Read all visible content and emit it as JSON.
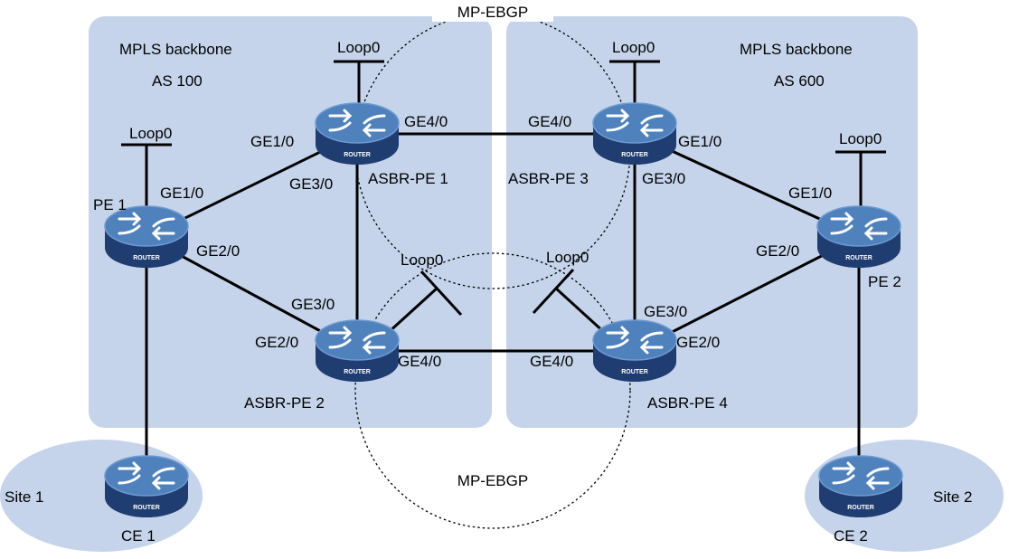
{
  "colors": {
    "region_fill": "#c5d4ea",
    "link": "#000000",
    "router_top": "#4f81bd",
    "router_side": "#1f3d70",
    "router_label_bg": "#16305a"
  },
  "regions": [
    {
      "id": "as100",
      "title": "MPLS backbone",
      "asn": "AS 100"
    },
    {
      "id": "as600",
      "title": "MPLS backbone",
      "asn": "AS 600"
    }
  ],
  "sites": [
    {
      "id": "site1",
      "label": "Site 1"
    },
    {
      "id": "site2",
      "label": "Site 2"
    }
  ],
  "sessions": [
    {
      "id": "ebgp-top",
      "label": "MP-EBGP"
    },
    {
      "id": "ebgp-bottom",
      "label": "MP-EBGP"
    }
  ],
  "router_icon_text": "ROUTER",
  "routers": [
    {
      "id": "pe1",
      "name": "PE 1",
      "icon": "router-icon"
    },
    {
      "id": "asbr1",
      "name": "ASBR-PE 1",
      "icon": "router-icon"
    },
    {
      "id": "asbr2",
      "name": "ASBR-PE 2",
      "icon": "router-icon"
    },
    {
      "id": "asbr3",
      "name": "ASBR-PE 3",
      "icon": "router-icon"
    },
    {
      "id": "asbr4",
      "name": "ASBR-PE 4",
      "icon": "router-icon"
    },
    {
      "id": "pe2",
      "name": "PE 2",
      "icon": "router-icon"
    },
    {
      "id": "ce1",
      "name": "CE 1",
      "icon": "router-icon"
    },
    {
      "id": "ce2",
      "name": "CE 2",
      "icon": "router-icon"
    }
  ],
  "loopbacks": [
    {
      "router": "pe1",
      "label": "Loop0"
    },
    {
      "router": "asbr1",
      "label": "Loop0"
    },
    {
      "router": "asbr3",
      "label": "Loop0"
    },
    {
      "router": "pe2",
      "label": "Loop0"
    },
    {
      "router": "asbr2",
      "label": "Loop0"
    },
    {
      "router": "asbr4",
      "label": "Loop0"
    }
  ],
  "interfaces": [
    {
      "id": "pe1-ge10",
      "label": "GE1/0"
    },
    {
      "id": "pe1-ge20",
      "label": "GE2/0"
    },
    {
      "id": "asbr1-ge10",
      "label": "GE1/0"
    },
    {
      "id": "asbr1-ge30",
      "label": "GE3/0"
    },
    {
      "id": "asbr1-ge40",
      "label": "GE4/0"
    },
    {
      "id": "asbr2-ge30",
      "label": "GE3/0"
    },
    {
      "id": "asbr2-ge20",
      "label": "GE2/0"
    },
    {
      "id": "asbr2-ge40",
      "label": "GE4/0"
    },
    {
      "id": "asbr3-ge40",
      "label": "GE4/0"
    },
    {
      "id": "asbr3-ge10",
      "label": "GE1/0"
    },
    {
      "id": "asbr3-ge30",
      "label": "GE3/0"
    },
    {
      "id": "pe2-ge10",
      "label": "GE1/0"
    },
    {
      "id": "pe2-ge20",
      "label": "GE2/0"
    },
    {
      "id": "asbr4-ge30",
      "label": "GE3/0"
    },
    {
      "id": "asbr4-ge20",
      "label": "GE2/0"
    },
    {
      "id": "asbr4-ge40",
      "label": "GE4/0"
    }
  ]
}
